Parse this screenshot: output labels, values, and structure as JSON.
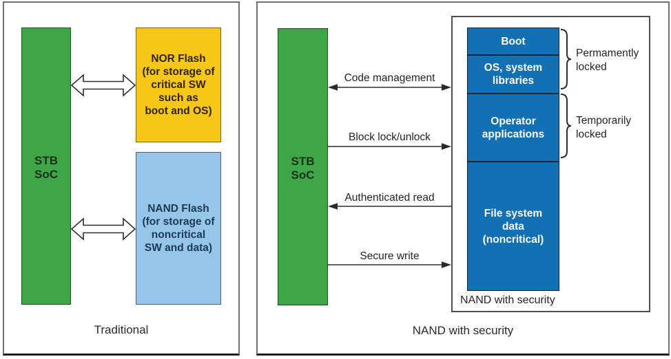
{
  "colors": {
    "soc_green": "#3fa648",
    "nor_yellow": "#f6c716",
    "nand_light_blue": "#95c5e8",
    "secure_dark_blue": "#1271b5"
  },
  "traditional": {
    "caption": "Traditional",
    "soc_label": "STB\nSoC",
    "nor_flash_label": "NOR Flash\n(for storage of\ncritical SW\nsuch as\nboot and OS)",
    "nand_flash_label": "NAND Flash\n(for storage of\nnoncritical\nSW and data)"
  },
  "secure": {
    "caption": "NAND with security",
    "soc_label": "STB\nSoC",
    "nand_box_label": "NAND with security",
    "blocks": [
      {
        "label": "Boot",
        "lock": "permanent"
      },
      {
        "label": "OS, system\nlibraries",
        "lock": "permanent"
      },
      {
        "label": "Operator\napplications",
        "lock": "temporary"
      },
      {
        "label": "File system\ndata\n(noncritical)",
        "lock": "none"
      }
    ],
    "arrows": [
      {
        "label": "Code management",
        "direction": "both"
      },
      {
        "label": "Block lock/unlock",
        "direction": "right"
      },
      {
        "label": "Authenticated read",
        "direction": "left"
      },
      {
        "label": "Secure write",
        "direction": "right"
      }
    ],
    "braces": [
      {
        "label": "Permamently\nlocked"
      },
      {
        "label": "Temporarily\nlocked"
      }
    ]
  }
}
